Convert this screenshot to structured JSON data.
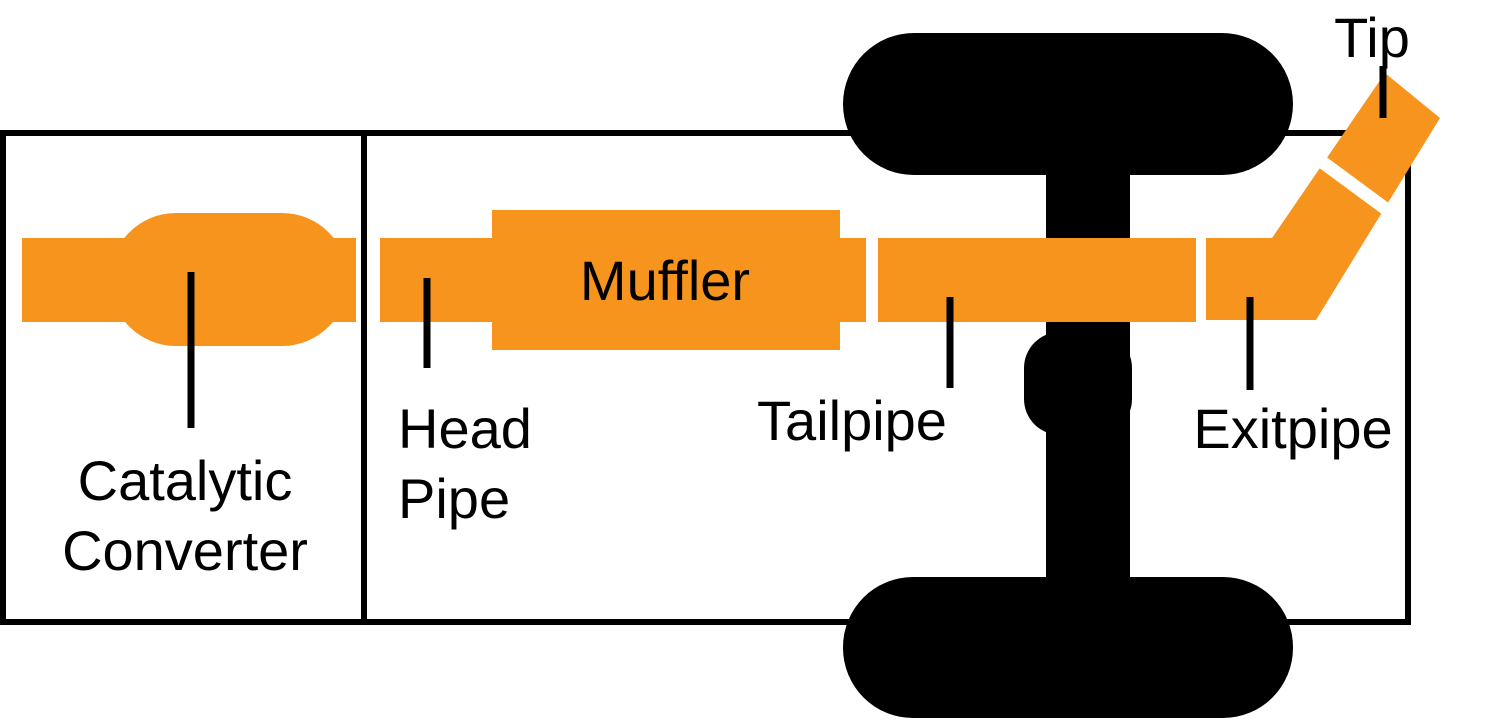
{
  "diagram": {
    "colors": {
      "pipe_orange": "#F7941E",
      "line_black": "#000000",
      "background": "#FFFFFF"
    },
    "labels": {
      "tip": "Tip",
      "catalytic_line1": "Catalytic",
      "catalytic_line2": "Converter",
      "head_line1": "Head",
      "head_line2": "Pipe",
      "muffler": "Muffler",
      "tailpipe": "Tailpipe",
      "exitpipe": "Exitpipe"
    }
  }
}
